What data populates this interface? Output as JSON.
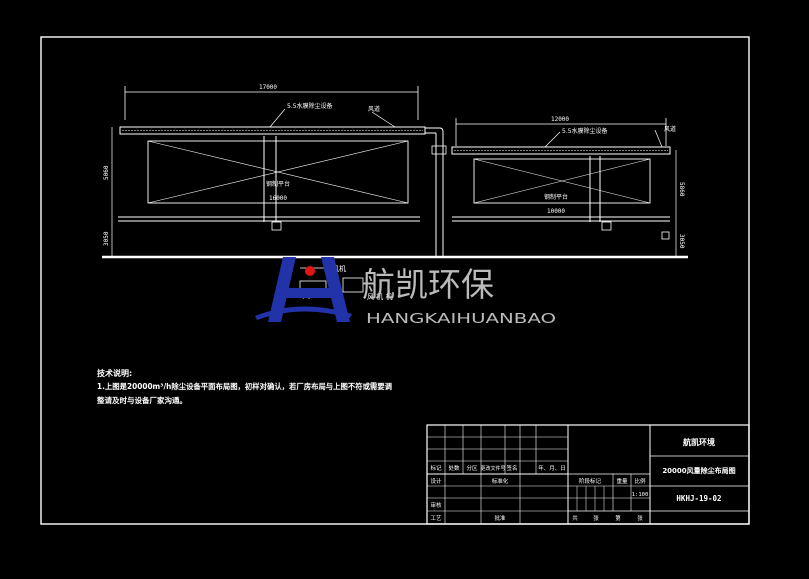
{
  "drawing": {
    "left_section": {
      "dim_overall": "17000",
      "dim_height": "5060",
      "dim_base": "3050",
      "callout_dust_collector": "5.5水膜除尘设备",
      "callout_air_duct": "风道",
      "platform_label": "钢制平台",
      "platform_dim": "16000"
    },
    "right_section": {
      "dim_overall": "12000",
      "dim_height": "5860",
      "dim_base": "3050",
      "callout_dust_collector": "5.5水膜除尘设备",
      "callout_air_duct": "风道",
      "platform_label": "钢制平台",
      "platform_dim": "10000"
    },
    "fan_label": "风机",
    "fan_box_text": "风 机 机",
    "fan_box_tag": "P-V"
  },
  "watermark": {
    "brand_cn": "航凯环保",
    "brand_en": "HANGKAIHUANBAO",
    "colors": {
      "blue": "#2233aa",
      "red": "#e01515",
      "gray": "#bbbbbb"
    }
  },
  "notes": {
    "heading": "技术说明:",
    "line1": "1.上图是20000m³/h除尘设备平面布局图，初样对确认，若厂房布局与上图不符或需要调",
    "line2": "整请及时与设备厂家沟通。"
  },
  "title_block": {
    "company": "航凯环境",
    "drawing_title": "20000风量除尘布局图",
    "drawing_number": "HKHJ-19-02",
    "rev_headers": [
      "标记",
      "处数",
      "分区",
      "更改文件号",
      "签名",
      "年、月、日"
    ],
    "row_design": "设计",
    "row_standard": "标准化",
    "row_review": "审核",
    "row_process": "工艺",
    "row_approve": "批准",
    "stage_mark": "阶段标记",
    "weight": "重量",
    "scale_label": "比例",
    "scale_value": "1:100",
    "sheet_total": "共",
    "sheet_unit1": "张",
    "sheet_num": "第",
    "sheet_unit2": "张"
  }
}
